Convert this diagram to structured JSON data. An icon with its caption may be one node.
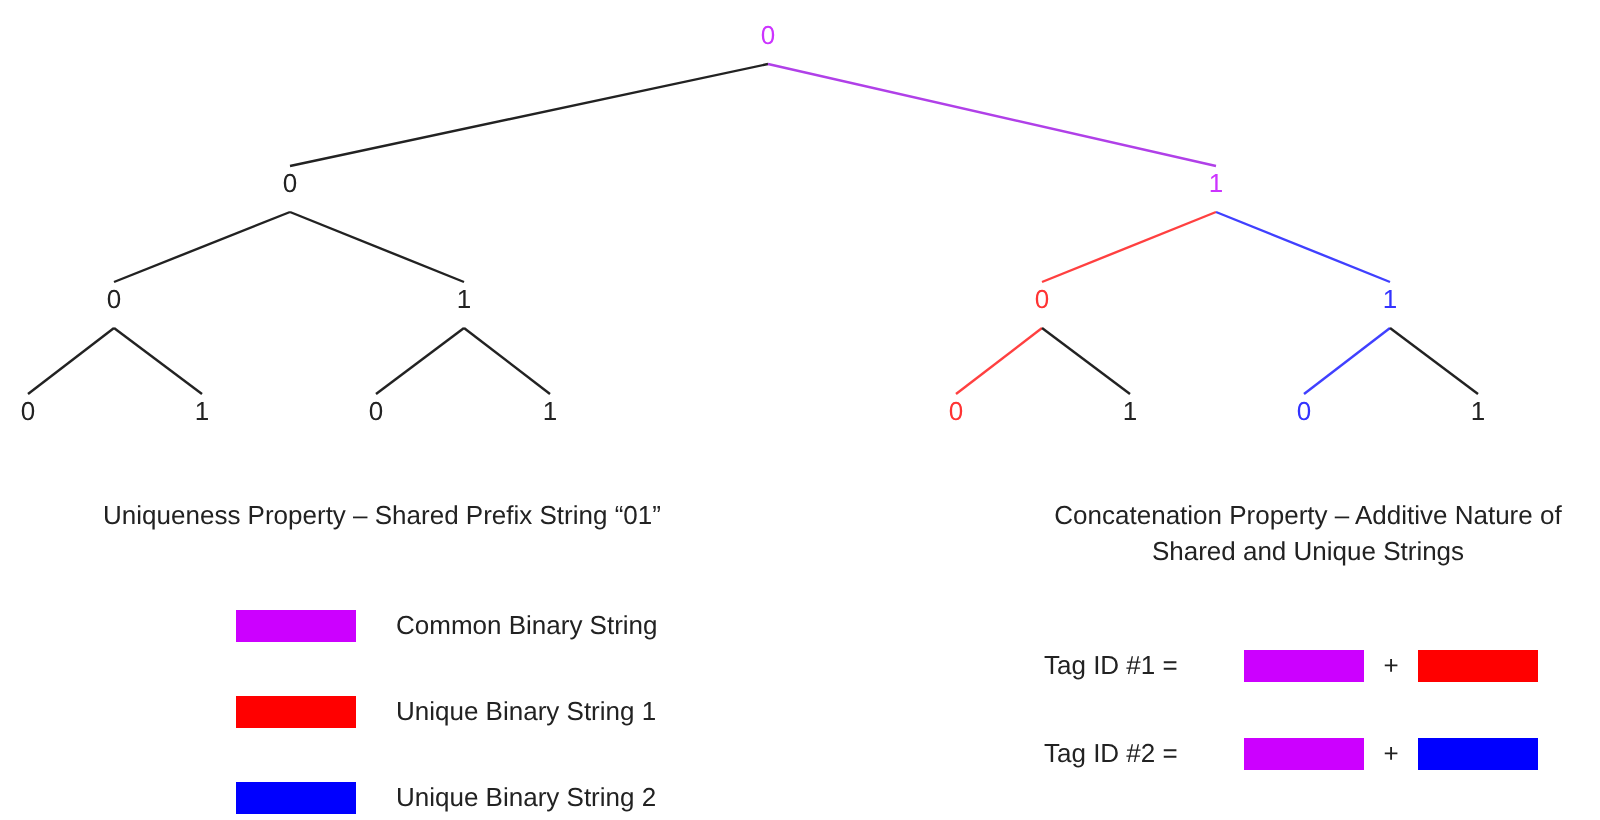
{
  "diagram": {
    "nodes": [
      {
        "text": [
          "0"
        ]
      },
      {
        "text": [
          "0"
        ]
      },
      {
        "text": [
          "1"
        ]
      },
      {
        "text": [
          "0"
        ]
      },
      {
        "text": [
          "1"
        ]
      },
      {
        "text": [
          "0"
        ]
      },
      {
        "text": [
          "1"
        ]
      },
      {
        "text": [
          "0"
        ]
      },
      {
        "text": [
          "1"
        ]
      },
      {
        "text": [
          "0"
        ]
      },
      {
        "text": [
          "1"
        ]
      },
      {
        "text": [
          "0"
        ]
      },
      {
        "text": [
          "1"
        ]
      },
      {
        "text": [
          "0"
        ]
      },
      {
        "text": [
          "1"
        ]
      }
    ],
    "edges": [
      {
        "from": 0,
        "to": 1,
        "arrow": "none"
      },
      {
        "from": 0,
        "to": 2,
        "arrow": "none",
        "color": "#b040e8"
      },
      {
        "from": 1,
        "to": 3,
        "arrow": "none"
      },
      {
        "from": 1,
        "to": 4,
        "arrow": "none"
      },
      {
        "from": 2,
        "to": 5,
        "arrow": "none",
        "color": "#ff4040"
      },
      {
        "from": 2,
        "to": 6,
        "arrow": "none",
        "color": "#4040ff"
      },
      {
        "from": 3,
        "to": 7,
        "arrow": "none"
      },
      {
        "from": 3,
        "to": 8,
        "arrow": "none"
      },
      {
        "from": 4,
        "to": 9,
        "arrow": "none"
      },
      {
        "from": 4,
        "to": 10,
        "arrow": "none"
      },
      {
        "from": 5,
        "to": 11,
        "arrow": "none",
        "color": "#ff4040"
      },
      {
        "from": 5,
        "to": 12,
        "arrow": "none"
      },
      {
        "from": 6,
        "to": 13,
        "arrow": "none",
        "color": "#4040ff"
      },
      {
        "from": 6,
        "to": 14,
        "arrow": "none"
      }
    ],
    "labels": [
      "Uniqueness Property – Shared Prefix String “01”",
      "Concatenation Property – Additive Nature of Shared and Unique Strings",
      "Tag ID #1 =",
      "+",
      "Tag ID #2 =",
      "+"
    ],
    "legend": [
      {
        "text": "Common Binary String",
        "color": "#cc00ff"
      },
      {
        "text": "Unique Binary String 1",
        "color": "#ff0000"
      },
      {
        "text": "Unique Binary String 2",
        "color": "#0000ff"
      }
    ]
  }
}
